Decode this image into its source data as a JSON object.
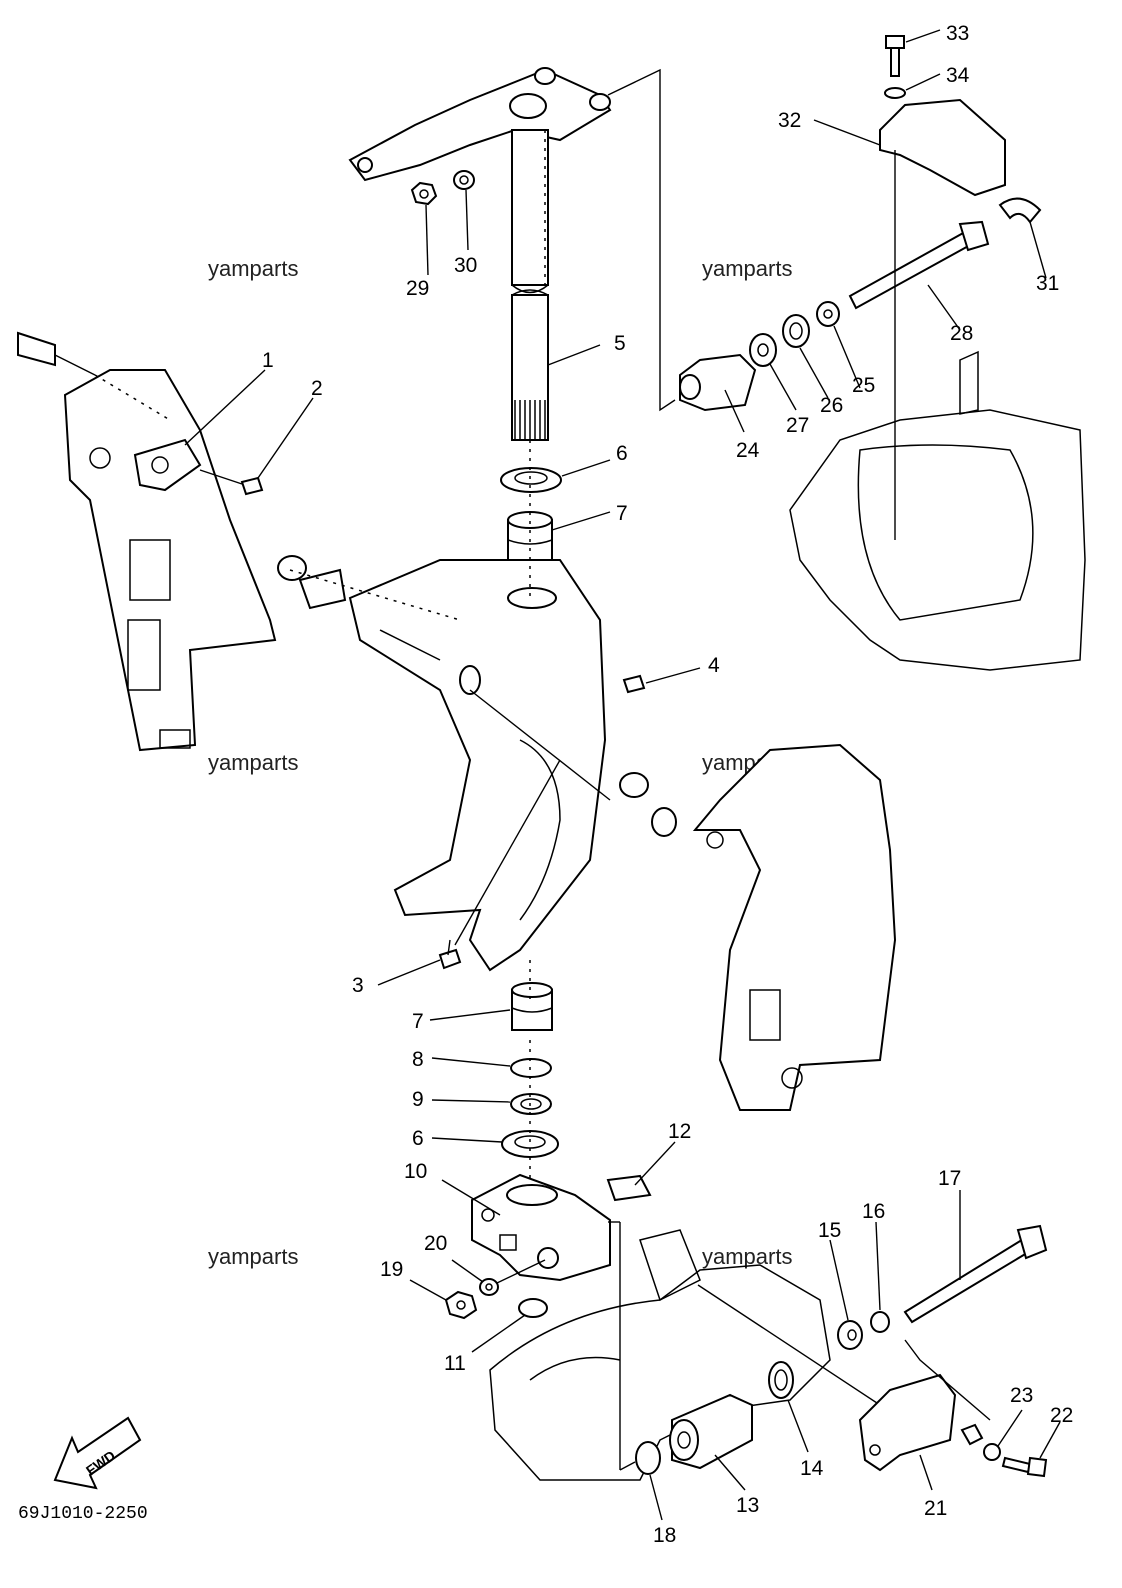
{
  "diagram": {
    "part_code": "69J1010-2250",
    "watermarks": [
      "yamparts",
      "yamparts",
      "yamparts",
      "yamparts",
      "yamparts",
      "yamparts"
    ],
    "direction_arrow_text": "FWD",
    "callouts": {
      "c1": "1",
      "c2": "2",
      "c3": "3",
      "c4": "4",
      "c5": "5",
      "c6a": "6",
      "c6b": "6",
      "c7a": "7",
      "c7b": "7",
      "c8": "8",
      "c9": "9",
      "c10": "10",
      "c11": "11",
      "c12": "12",
      "c13": "13",
      "c14": "14",
      "c15": "15",
      "c16": "16",
      "c17": "17",
      "c18": "18",
      "c19": "19",
      "c20": "20",
      "c21": "21",
      "c22": "22",
      "c23": "23",
      "c24": "24",
      "c25": "25",
      "c26": "26",
      "c27": "27",
      "c28": "28",
      "c29": "29",
      "c30": "30",
      "c31": "31",
      "c32": "32",
      "c33": "33",
      "c34": "34"
    }
  }
}
